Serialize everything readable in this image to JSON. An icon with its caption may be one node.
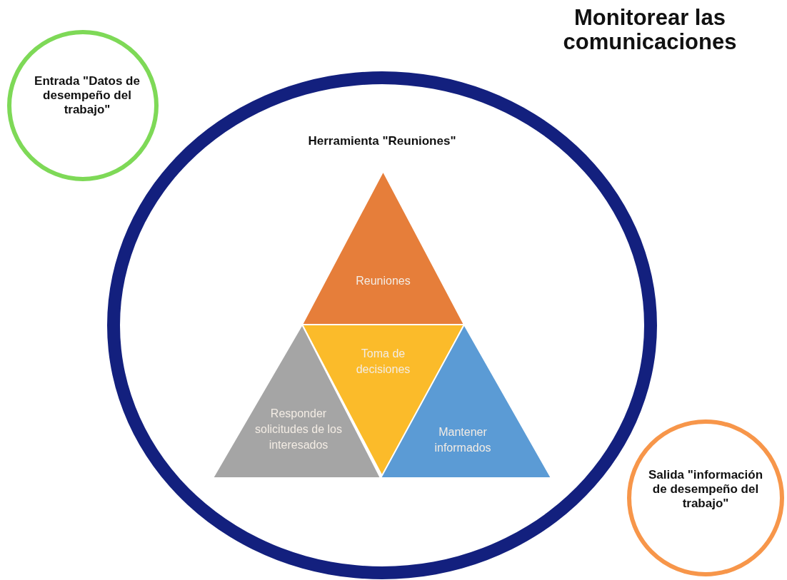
{
  "diagram": {
    "title": "Monitorear las comunicaciones",
    "nodes": [
      {
        "text": [
          "Entrada \"Datos de desempeño del trabajo\""
        ]
      },
      {
        "text": [
          "Herramienta \"Reuniones\""
        ]
      },
      {
        "text": [
          "Reuniones"
        ],
        "in": 1
      },
      {
        "text": [
          "Toma de decisiones"
        ],
        "in": 1
      },
      {
        "text": [
          "Responder solicitudes de los interesados"
        ],
        "in": 1
      },
      {
        "text": [
          "Mantener informados"
        ],
        "in": 1
      },
      {
        "text": [
          "Salida \"información de desempeño del trabajo\""
        ]
      }
    ],
    "edges": []
  }
}
